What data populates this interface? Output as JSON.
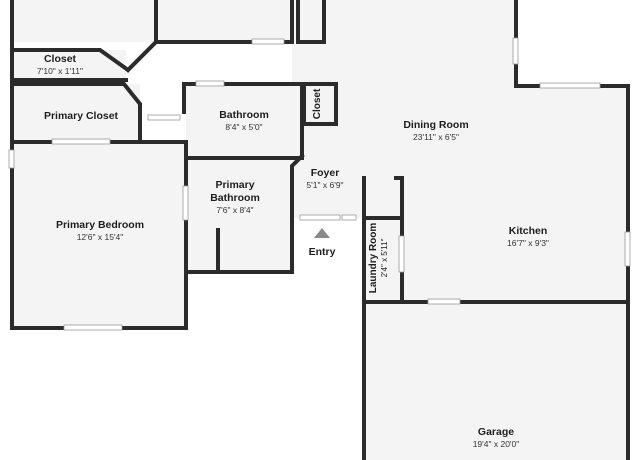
{
  "floorplan": {
    "colors": {
      "floor": "#f4f4f4",
      "wall": "#2b2b2b",
      "window": "#ffffff",
      "entry_arrow": "#8a8a8a"
    },
    "rooms": {
      "closet_upper": {
        "name": "Closet",
        "dims": "7'10\" x 1'11\""
      },
      "primary_closet": {
        "name": "Primary Closet"
      },
      "primary_bedroom": {
        "name": "Primary Bedroom",
        "dims": "12'6\" x 15'4\""
      },
      "bathroom": {
        "name": "Bathroom",
        "dims": "8'4\" x 5'0\""
      },
      "closet_small": {
        "name": "Closet"
      },
      "primary_bathroom": {
        "name": "Primary Bathroom",
        "dims": "7'6\" x 8'4\""
      },
      "foyer": {
        "name": "Foyer",
        "dims": "5'1\" x 6'9\""
      },
      "entry": {
        "name": "Entry"
      },
      "dining_room": {
        "name": "Dining Room",
        "dims": "23'11\" x 6'5\""
      },
      "kitchen": {
        "name": "Kitchen",
        "dims": "16'7\" x 9'3\""
      },
      "laundry_room": {
        "name": "Laundry Room",
        "dims": "2'4\" x 5'11\""
      },
      "garage": {
        "name": "Garage",
        "dims": "19'4\" x 20'0\""
      }
    }
  }
}
